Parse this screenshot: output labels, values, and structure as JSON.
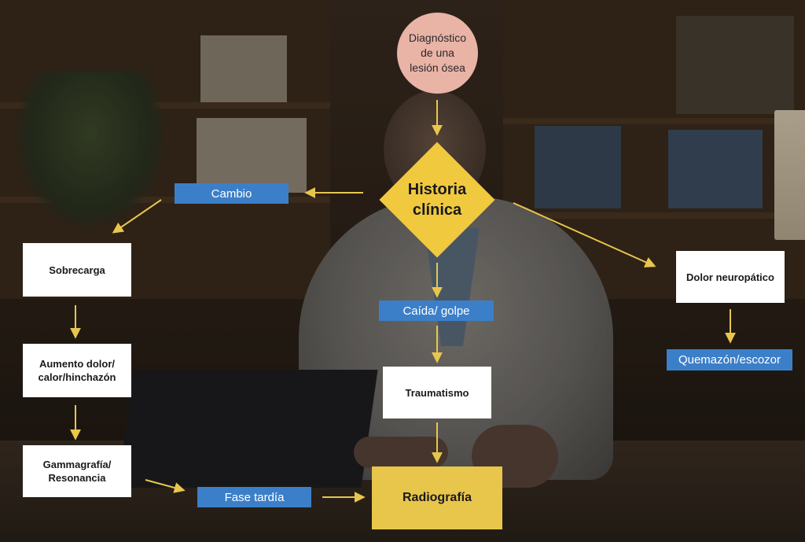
{
  "diagram": {
    "start": "Diagnóstico\nde una\nlesión ósea",
    "decision": "Historia\nclínica",
    "labels": {
      "cambio": "Cambio",
      "caida_golpe": "Caída/ golpe",
      "fase_tardia": "Fase tardía",
      "quemazon": "Quemazón/escozor"
    },
    "boxes": {
      "sobrecarga": "Sobrecarga",
      "aumento_dolor": "Aumento dolor/\ncalor/hinchazón",
      "gammagrafia": "Gammagrafía/\nResonancia",
      "traumatismo": "Traumatismo",
      "dolor_neuropatico": "Dolor neuropático",
      "radiografia": "Radiografía"
    }
  },
  "colors": {
    "arrow": "#e8c64c",
    "label_blue": "#3c7fc9",
    "decision": "#f1c93f",
    "start_circle": "#e9b3a6"
  }
}
